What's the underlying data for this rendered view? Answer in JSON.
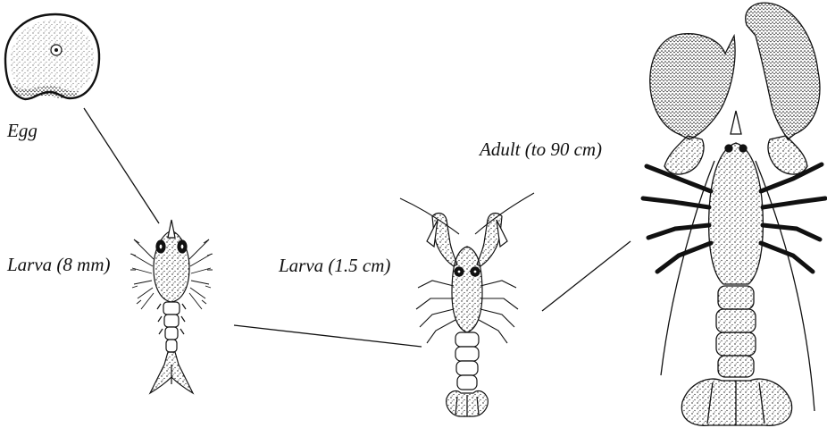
{
  "labels": {
    "egg": "Egg",
    "larva_8mm": "Larva (8 mm)",
    "larva_15cm": "Larva (1.5 cm)",
    "adult": "Adult (to 90 cm)"
  },
  "colors": {
    "ink": "#111111",
    "background": "#ffffff"
  }
}
